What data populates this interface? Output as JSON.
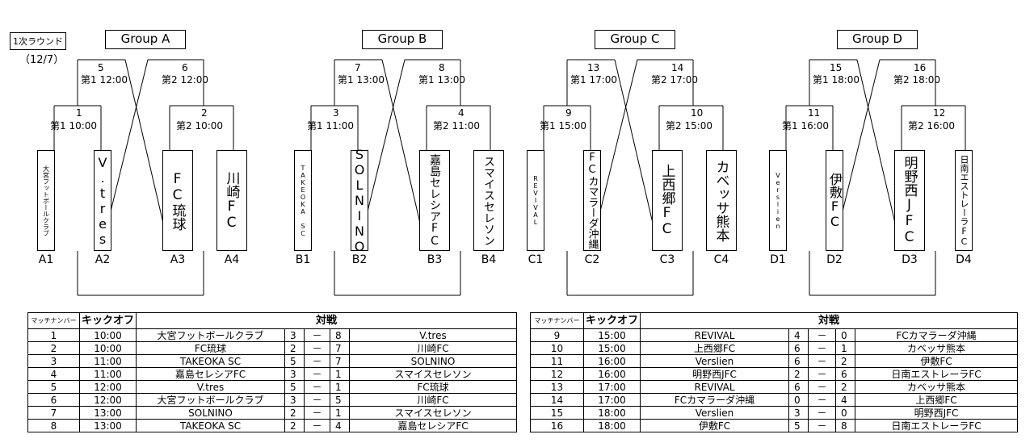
{
  "round_label": "1次ラウンド",
  "round_date": "（12/7）",
  "groups": [
    {
      "title": "Group A",
      "matches": {
        "m1": {
          "num": "1",
          "time": "第1 10:00"
        },
        "m2": {
          "num": "2",
          "time": "第2 10:00"
        },
        "m5": {
          "num": "5",
          "time": "第1 12:00"
        },
        "m6": {
          "num": "6",
          "time": "第2 12:00"
        }
      },
      "teams": [
        {
          "name": "大宮フットボールクラブ",
          "slot": "A1"
        },
        {
          "name": "V.tres",
          "slot": "A2"
        },
        {
          "name": "FC琉球",
          "slot": "A3"
        },
        {
          "name": "川崎FC",
          "slot": "A4"
        }
      ]
    },
    {
      "title": "Group B",
      "matches": {
        "m1": {
          "num": "3",
          "time": "第1 11:00"
        },
        "m2": {
          "num": "4",
          "time": "第2 11:00"
        },
        "m5": {
          "num": "7",
          "time": "第1 13:00"
        },
        "m6": {
          "num": "8",
          "time": "第1 13:00"
        }
      },
      "teams": [
        {
          "name": "TAKEOKA SC",
          "slot": "B1"
        },
        {
          "name": "SOLNINO",
          "slot": "B2"
        },
        {
          "name": "嘉島セレシアFC",
          "slot": "B3"
        },
        {
          "name": "スマイスセレソン",
          "slot": "B4"
        }
      ]
    },
    {
      "title": "Group C",
      "matches": {
        "m1": {
          "num": "9",
          "time": "第1 15:00"
        },
        "m2": {
          "num": "10",
          "time": "第2 15:00"
        },
        "m5": {
          "num": "13",
          "time": "第1 17:00"
        },
        "m6": {
          "num": "14",
          "time": "第2 17:00"
        }
      },
      "teams": [
        {
          "name": "REVIVAL",
          "slot": "C1"
        },
        {
          "name": "FCカマラーダ沖縄",
          "slot": "C2"
        },
        {
          "name": "上西郷FC",
          "slot": "C3"
        },
        {
          "name": "カベッサ熊本",
          "slot": "C4"
        }
      ]
    },
    {
      "title": "Group D",
      "matches": {
        "m1": {
          "num": "11",
          "time": "第1 16:00"
        },
        "m2": {
          "num": "12",
          "time": "第2 16:00"
        },
        "m5": {
          "num": "15",
          "time": "第1 18:00"
        },
        "m6": {
          "num": "16",
          "time": "第2 18:00"
        }
      },
      "teams": [
        {
          "name": "Verslien",
          "slot": "D1"
        },
        {
          "name": "伊敷FC",
          "slot": "D2"
        },
        {
          "name": "明野西JFC",
          "slot": "D3"
        },
        {
          "name": "日南エストレーラFC",
          "slot": "D4"
        }
      ]
    }
  ],
  "table_headers": {
    "match_no": "マッチナンバー",
    "kickoff": "キックオフ",
    "match": "対戦"
  },
  "tables": [
    [
      {
        "no": "1",
        "time": "10:00",
        "home": "大宮フットボールクラブ",
        "hs": "3",
        "dash": "－",
        "as": "8",
        "away": "V.tres"
      },
      {
        "no": "2",
        "time": "10:00",
        "home": "FC琉球",
        "hs": "2",
        "dash": "－",
        "as": "7",
        "away": "川崎FC"
      },
      {
        "no": "3",
        "time": "11:00",
        "home": "TAKEOKA SC",
        "hs": "5",
        "dash": "－",
        "as": "7",
        "away": "SOLNINO"
      },
      {
        "no": "4",
        "time": "11:00",
        "home": "嘉島セレシアFC",
        "hs": "3",
        "dash": "－",
        "as": "1",
        "away": "スマイスセレソン"
      },
      {
        "no": "5",
        "time": "12:00",
        "home": "V.tres",
        "hs": "5",
        "dash": "－",
        "as": "1",
        "away": "FC琉球"
      },
      {
        "no": "6",
        "time": "12:00",
        "home": "大宮フットボールクラブ",
        "hs": "3",
        "dash": "－",
        "as": "5",
        "away": "川崎FC"
      },
      {
        "no": "7",
        "time": "13:00",
        "home": "SOLNINO",
        "hs": "2",
        "dash": "－",
        "as": "1",
        "away": "スマイスセレソン"
      },
      {
        "no": "8",
        "time": "13:00",
        "home": "TAKEOKA SC",
        "hs": "2",
        "dash": "－",
        "as": "4",
        "away": "嘉島セレシアFC"
      }
    ],
    [
      {
        "no": "9",
        "time": "15:00",
        "home": "REVIVAL",
        "hs": "4",
        "dash": "－",
        "as": "0",
        "away": "FCカマラーダ沖縄"
      },
      {
        "no": "10",
        "time": "15:00",
        "home": "上西郷FC",
        "hs": "6",
        "dash": "－",
        "as": "1",
        "away": "カベッサ熊本"
      },
      {
        "no": "11",
        "time": "16:00",
        "home": "Verslien",
        "hs": "6",
        "dash": "－",
        "as": "2",
        "away": "伊敷FC"
      },
      {
        "no": "12",
        "time": "16:00",
        "home": "明野西JFC",
        "hs": "2",
        "dash": "－",
        "as": "6",
        "away": "日南エストレーラFC"
      },
      {
        "no": "13",
        "time": "17:00",
        "home": "REVIVAL",
        "hs": "6",
        "dash": "－",
        "as": "2",
        "away": "カベッサ熊本"
      },
      {
        "no": "14",
        "time": "17:00",
        "home": "FCカマラーダ沖縄",
        "hs": "0",
        "dash": "－",
        "as": "4",
        "away": "上西郷FC"
      },
      {
        "no": "15",
        "time": "18:00",
        "home": "Verslien",
        "hs": "3",
        "dash": "－",
        "as": "0",
        "away": "明野西JFC"
      },
      {
        "no": "16",
        "time": "18:00",
        "home": "伊敷FC",
        "hs": "5",
        "dash": "－",
        "as": "8",
        "away": "日南エストレーラFC"
      }
    ]
  ]
}
